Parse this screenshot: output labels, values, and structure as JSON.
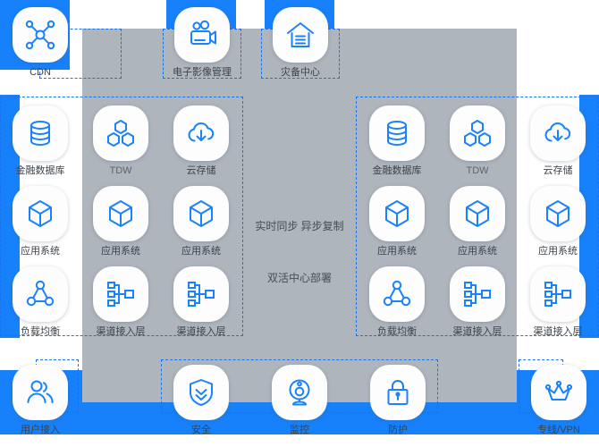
{
  "theme": {
    "accent": "#1681fb",
    "icon_blue": "#1a82fb",
    "plate_gray": "#aeb5bd",
    "dash_blue": "#1a73e8",
    "tile_white": "#fdfdfd",
    "label_gray": "#5d646d"
  },
  "diagram": {
    "title_center_top": "实时同步  异步复制",
    "title_center_bottom": "双活中心部署"
  },
  "top_row": [
    {
      "id": "cdn",
      "label": "CDN",
      "icon": "cdn-network-icon"
    },
    {
      "id": "eimg",
      "label": "电子影像管理",
      "icon": "video-camera-icon"
    },
    {
      "id": "dr-center",
      "label": "灾备中心",
      "icon": "warehouse-icon"
    }
  ],
  "left_zone": {
    "rows": [
      [
        {
          "id": "l-fin-db",
          "label": "金融数据库",
          "icon": "database-icon"
        },
        {
          "id": "l-tdw",
          "label": "TDW",
          "icon": "hexagon-cluster-icon"
        },
        {
          "id": "l-cos",
          "label": "云存储",
          "icon": "cloud-download-icon"
        }
      ],
      [
        {
          "id": "l-app-1",
          "label": "应用系统",
          "icon": "cube-icon"
        },
        {
          "id": "l-app-2",
          "label": "应用系统",
          "icon": "cube-icon"
        },
        {
          "id": "l-app-3",
          "label": "应用系统",
          "icon": "cube-icon"
        }
      ],
      [
        {
          "id": "l-lb",
          "label": "负载均衡",
          "icon": "load-balance-icon"
        },
        {
          "id": "l-ch-1",
          "label": "渠道接入层",
          "icon": "hierarchy-icon"
        },
        {
          "id": "l-ch-2",
          "label": "渠道接入层",
          "icon": "hierarchy-icon"
        }
      ]
    ]
  },
  "right_zone": {
    "rows": [
      [
        {
          "id": "r-fin-db",
          "label": "金融数据库",
          "icon": "database-icon"
        },
        {
          "id": "r-tdw",
          "label": "TDW",
          "icon": "hexagon-cluster-icon"
        },
        {
          "id": "r-cos",
          "label": "云存储",
          "icon": "cloud-download-icon"
        }
      ],
      [
        {
          "id": "r-app-1",
          "label": "应用系统",
          "icon": "cube-icon"
        },
        {
          "id": "r-app-2",
          "label": "应用系统",
          "icon": "cube-icon"
        },
        {
          "id": "r-app-3",
          "label": "应用系统",
          "icon": "cube-icon"
        }
      ],
      [
        {
          "id": "r-lb",
          "label": "负载均衡",
          "icon": "load-balance-icon"
        },
        {
          "id": "r-ch-1",
          "label": "渠道接入层",
          "icon": "hierarchy-icon"
        },
        {
          "id": "r-ch-2",
          "label": "渠道接入层",
          "icon": "hierarchy-icon"
        }
      ]
    ]
  },
  "bottom_row": [
    {
      "id": "b-user",
      "label": "用户接入",
      "icon": "users-icon"
    },
    {
      "id": "b-sec",
      "label": "安全",
      "icon": "shield-icon"
    },
    {
      "id": "b-mon",
      "label": "监控",
      "icon": "camera-monitor-icon"
    },
    {
      "id": "b-guard",
      "label": "防护",
      "icon": "lock-icon"
    },
    {
      "id": "b-vpn",
      "label": "专线/VPN",
      "icon": "crown-icon"
    }
  ]
}
